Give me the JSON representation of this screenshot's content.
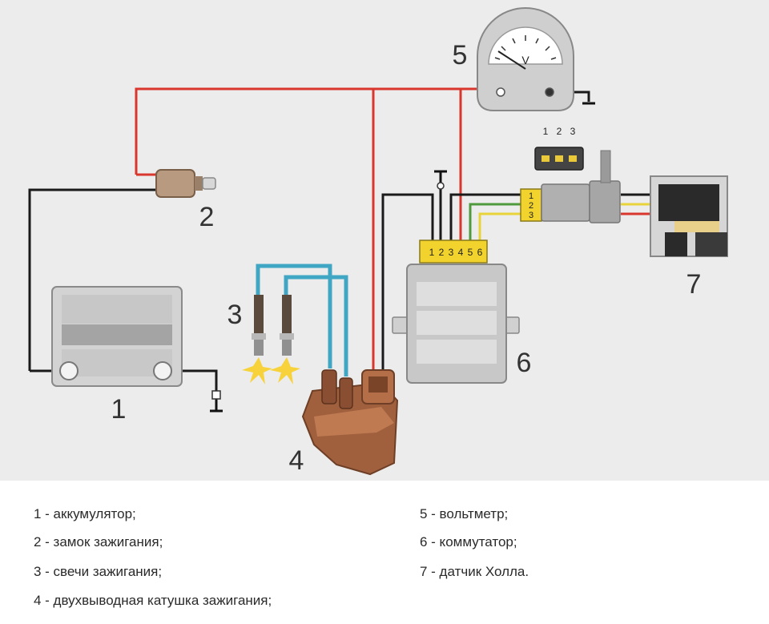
{
  "diagram": {
    "callouts": [
      "1",
      "2",
      "3",
      "4",
      "5",
      "6",
      "7"
    ],
    "voltmeter_unit": "V",
    "commutator_pins": [
      "1",
      "2",
      "3",
      "4",
      "5",
      "6"
    ],
    "sensor_connector_pins": [
      "1",
      "2",
      "3"
    ],
    "sensor_plug_pins": [
      "1",
      "2",
      "3"
    ]
  },
  "legend": [
    "1 - аккумулятор;",
    "2 - замок зажигания;",
    "3 - свечи зажигания;",
    "4 - двухвыводная катушка зажигания;",
    "5 - вольтметр;",
    "6 - коммутатор;",
    "7 - датчик Холла."
  ],
  "colors": {
    "wire_positive": "#d9362e",
    "wire_ground": "#1a1a1a",
    "wire_high_voltage": "#3fa7c4",
    "wire_green": "#4e9a3c",
    "wire_yellow": "#e8d33a",
    "connector_yellow": "#f2d22c",
    "background": "#ebebeb",
    "coil_brown": "#9a5a3c"
  }
}
